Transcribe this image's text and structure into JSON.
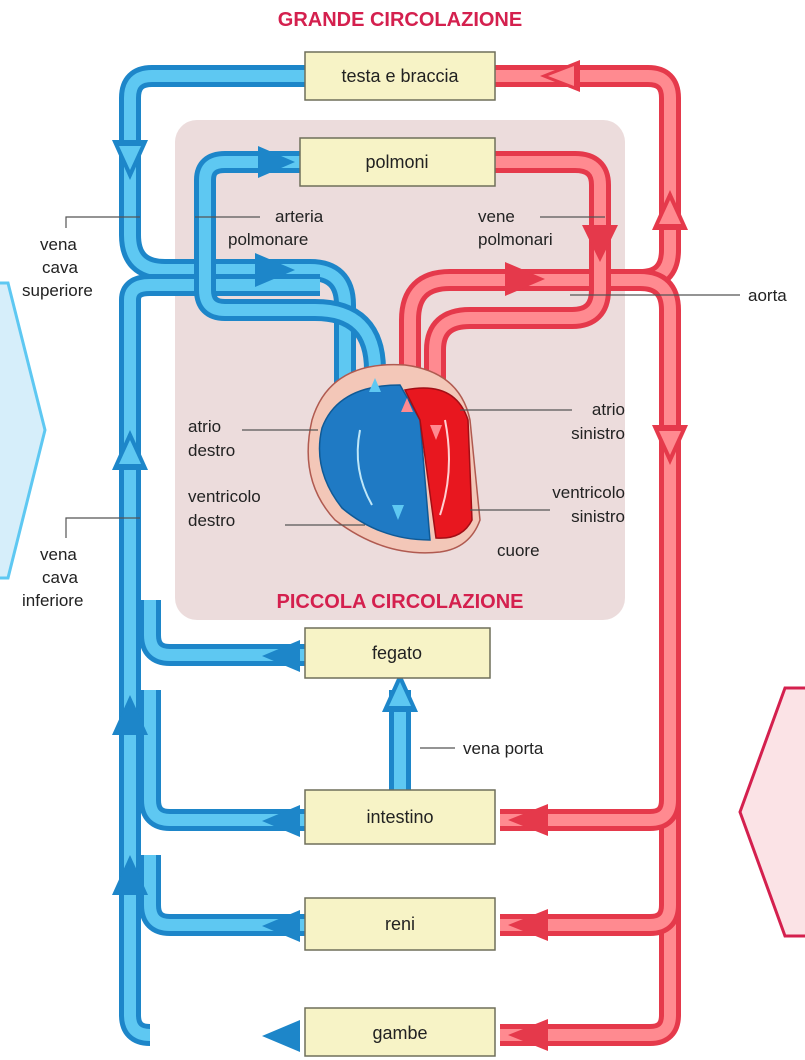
{
  "titles": {
    "grande": "GRANDE CIRCOLAZIONE",
    "piccola": "PICCOLA CIRCOLAZIONE"
  },
  "organs": {
    "testa": "testa e braccia",
    "polmoni": "polmoni",
    "fegato": "fegato",
    "intestino": "intestino",
    "reni": "reni",
    "gambe": "gambe"
  },
  "labels": {
    "vena_cava_superiore": [
      "vena",
      "cava",
      "superiore"
    ],
    "vena_cava_inferiore": [
      "vena",
      "cava",
      "inferiore"
    ],
    "arteria_polmonare": [
      "arteria",
      "polmonare"
    ],
    "vene_polmonari": [
      "vene",
      "polmonari"
    ],
    "aorta": "aorta",
    "atrio_destro": [
      "atrio",
      "destro"
    ],
    "ventricolo_destro": [
      "ventricolo",
      "destro"
    ],
    "atrio_sinistro": [
      "atrio",
      "sinistro"
    ],
    "ventricolo_sinistro": [
      "ventricolo",
      "sinistro"
    ],
    "cuore": "cuore",
    "vena_porta": "vena porta"
  },
  "colors": {
    "vein": "#1d86c9",
    "vein_light": "#5ec8f2",
    "artery": "#e5394b",
    "artery_light": "#ff8a90",
    "title": "#d4204e",
    "pulmonary_panel": "#ecdcdc",
    "organ_box": "#f7f3c6"
  }
}
